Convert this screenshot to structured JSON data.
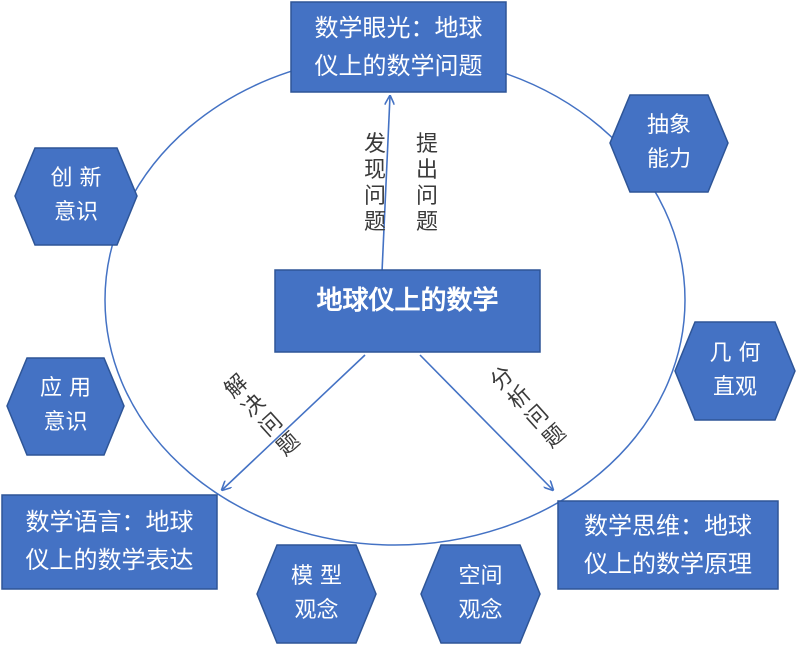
{
  "colors": {
    "fill": "#4472c4",
    "edge": "#2e5597",
    "ellipse": "#4472c4",
    "arrow": "#4472c4",
    "label_text": "#3a3a3a"
  },
  "center": {
    "text": "地球仪上的数学"
  },
  "boxes": {
    "top": {
      "line1": "数学眼光：地球",
      "line2": "仪上的数学问题"
    },
    "left": {
      "line1": "数学语言：地球",
      "line2": "仪上的数学表达"
    },
    "right": {
      "line1": "数学思维：地球",
      "line2": "仪上的数学原理"
    }
  },
  "hexagons": {
    "chouxiang": {
      "line1": "抽象",
      "line2": "能力"
    },
    "chuangxin": {
      "line1": "创 新",
      "line2": "意识"
    },
    "jihe": {
      "line1": "几 何",
      "line2": "直观"
    },
    "yingyong": {
      "line1": "应 用",
      "line2": "意识"
    },
    "moxing": {
      "line1": "模 型",
      "line2": "观念"
    },
    "kongjian": {
      "line1": "空间",
      "line2": "观念"
    }
  },
  "arrow_labels": {
    "faxian": "发现问题",
    "tichu": "提出问题",
    "jiejue": "解决问题",
    "fenxi": "分析问题"
  }
}
